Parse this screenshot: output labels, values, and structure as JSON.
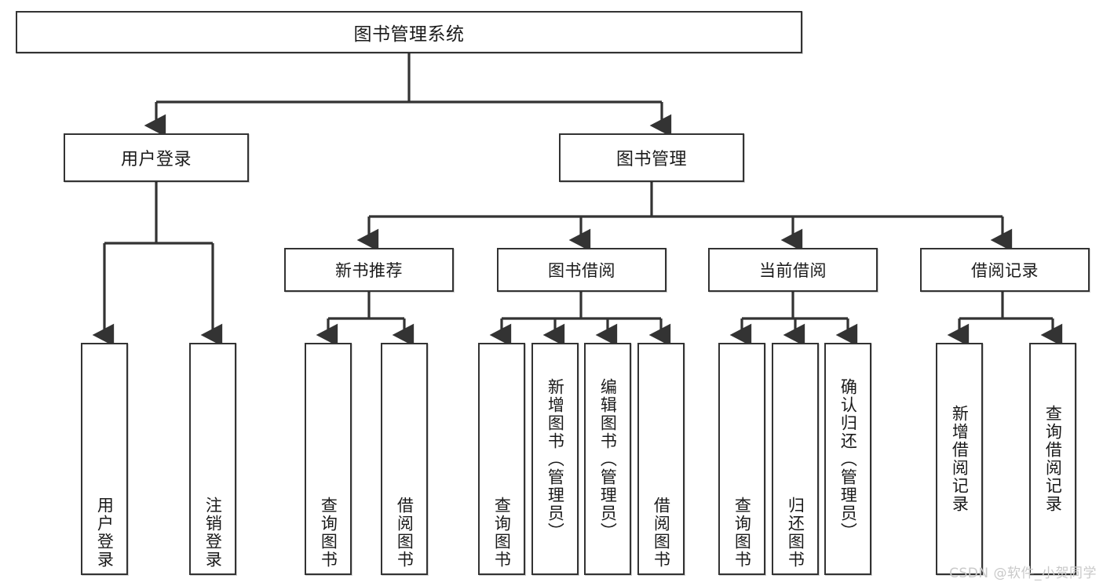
{
  "diagram": {
    "type": "tree",
    "title": "图书管理系统",
    "watermark": "CSDN @软件_小贺同学",
    "colors": {
      "border": "#333333",
      "background": "#ffffff",
      "text": "#1a1a1a",
      "watermark": "#c9c9c9"
    },
    "nodes": {
      "root": {
        "label": "图书管理系统"
      },
      "level1": [
        {
          "label": "用户登录"
        },
        {
          "label": "图书管理"
        }
      ],
      "level2": [
        {
          "label": "新书推荐"
        },
        {
          "label": "图书借阅"
        },
        {
          "label": "当前借阅"
        },
        {
          "label": "借阅记录"
        }
      ],
      "leaves": {
        "user_login": [
          {
            "label": "用户登录"
          },
          {
            "label": "注销登录"
          }
        ],
        "new_book": [
          {
            "label": "查询图书"
          },
          {
            "label": "借阅图书"
          }
        ],
        "borrow_book": [
          {
            "label": "查询图书"
          },
          {
            "label": "新增图书（管理员）"
          },
          {
            "label": "编辑图书（管理员）"
          },
          {
            "label": "借阅图书"
          }
        ],
        "current_borrow": [
          {
            "label": "查询图书"
          },
          {
            "label": "归还图书"
          },
          {
            "label": "确认归还（管理员）"
          }
        ],
        "borrow_record": [
          {
            "label": "新增借阅记录"
          },
          {
            "label": "查询借阅记录"
          }
        ]
      }
    }
  }
}
